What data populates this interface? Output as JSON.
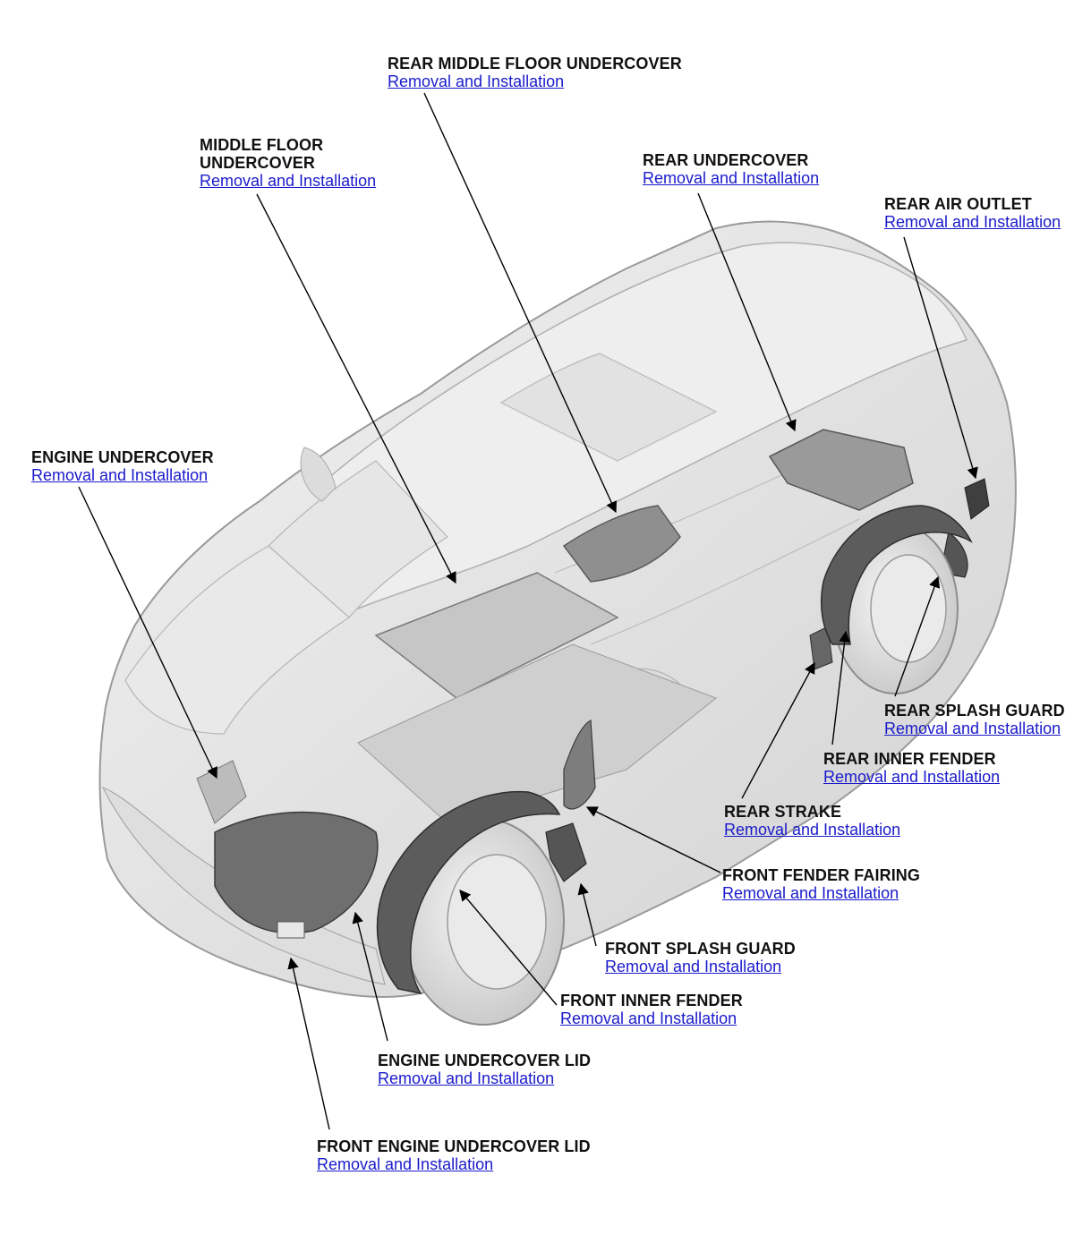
{
  "colors": {
    "link": "#1a1acc",
    "label": "#111111",
    "body": "#e4e4e4",
    "part": "#8a8a8a",
    "outline": "#9a9a9a"
  },
  "callouts": {
    "rear_middle_floor_undercover": {
      "title_lines": [
        "REAR MIDDLE FLOOR UNDERCOVER"
      ],
      "link": "Removal and Installation"
    },
    "middle_floor_undercover": {
      "title_lines": [
        "MIDDLE FLOOR",
        "UNDERCOVER"
      ],
      "link": "Removal and Installation"
    },
    "rear_undercover": {
      "title_lines": [
        "REAR UNDERCOVER"
      ],
      "link": "Removal and Installation"
    },
    "rear_air_outlet": {
      "title_lines": [
        "REAR AIR OUTLET"
      ],
      "link": "Removal and Installation"
    },
    "engine_undercover": {
      "title_lines": [
        "ENGINE UNDERCOVER"
      ],
      "link": "Removal and Installation"
    },
    "rear_splash_guard": {
      "title_lines": [
        "REAR SPLASH GUARD"
      ],
      "link": "Removal and Installation"
    },
    "rear_inner_fender": {
      "title_lines": [
        "REAR INNER FENDER"
      ],
      "link": "Removal and Installation"
    },
    "rear_strake": {
      "title_lines": [
        "REAR STRAKE"
      ],
      "link": "Removal and Installation"
    },
    "front_fender_fairing": {
      "title_lines": [
        "FRONT FENDER FAIRING"
      ],
      "link": "Removal and Installation"
    },
    "front_splash_guard": {
      "title_lines": [
        "FRONT SPLASH GUARD"
      ],
      "link": "Removal and Installation"
    },
    "front_inner_fender": {
      "title_lines": [
        "FRONT INNER FENDER"
      ],
      "link": "Removal and Installation"
    },
    "engine_undercover_lid": {
      "title_lines": [
        "ENGINE UNDERCOVER LID"
      ],
      "link": "Removal and Installation"
    },
    "front_engine_undercover_lid": {
      "title_lines": [
        "FRONT ENGINE UNDERCOVER LID"
      ],
      "link": "Removal and Installation"
    }
  }
}
